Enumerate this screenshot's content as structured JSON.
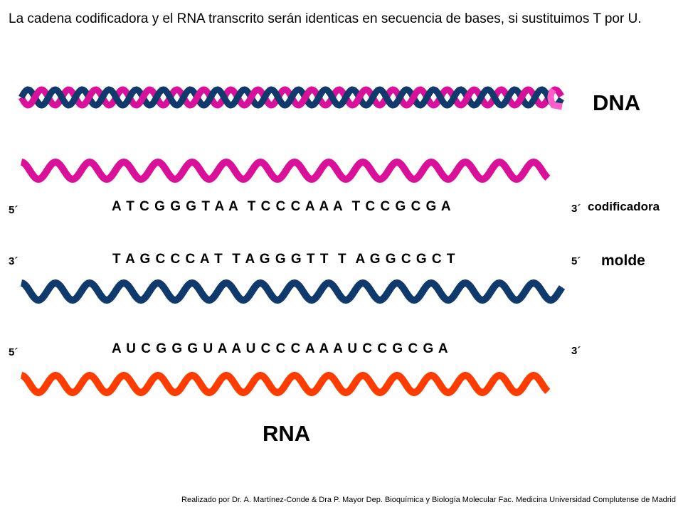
{
  "intro_text": "La cadena codificadora y el RNA transcrito serán identicas en secuencia de bases, si sustituimos T por U.",
  "dna_label": "DNA",
  "rna_label": "RNA",
  "coding": {
    "end_left": "5´",
    "sequence": "A T C G G G T A A  T C C C A A A  T C C G C G A",
    "end_right": "3´",
    "label": "codificadora"
  },
  "template": {
    "end_left": "3´",
    "sequence": "T A G C C C A T  T A G G G T T  T  A G G C G C T",
    "end_right": "5´",
    "label": "molde"
  },
  "rna": {
    "end_left": "5´",
    "sequence": "A U C G G G U A A U C C C A A A U C C G C G A",
    "end_right": "3´"
  },
  "colors": {
    "navy": "#0f3a6b",
    "magenta": "#d9119a",
    "pink_end": "#ff5ec8",
    "orange": "#ff3c00"
  },
  "credit": "Realizado por Dr. A. Martínez-Conde  & Dra P. Mayor Dep. Bioquímica y Biología Molecular Fac. Medicina Universidad Complutense de Madrid"
}
